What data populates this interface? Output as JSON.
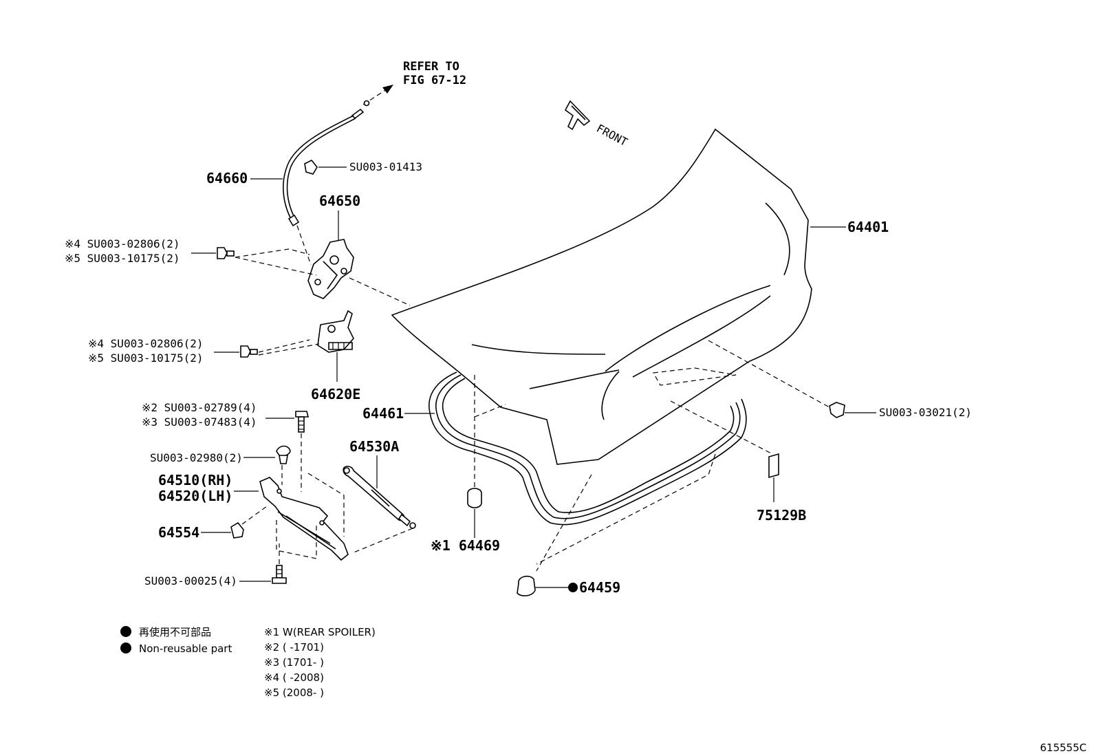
{
  "refer": {
    "line1": "REFER TO",
    "line2": "FIG 67-12"
  },
  "front_label": "FRONT",
  "parts": {
    "p64660": "64660",
    "su01413": "SU003-01413",
    "p64650": "64650",
    "p64401": "64401",
    "bolt_a_line1": "※4 SU003-02806(2)",
    "bolt_a_line2": "※5 SU003-10175(2)",
    "bolt_b_line1": "※4 SU003-02806(2)",
    "bolt_b_line2": "※5 SU003-10175(2)",
    "p64620E": "64620E",
    "bolt_c_line1": "※2 SU003-02789(4)",
    "bolt_c_line2": "※3 SU003-07483(4)",
    "su02980": "SU003-02980(2)",
    "p64510": "64510(RH)",
    "p64520": "64520(LH)",
    "p64554": "64554",
    "su00025": "SU003-00025(4)",
    "p64461": "64461",
    "p64530A": "64530A",
    "p64469": "※1 64469",
    "p64459": "64459",
    "su03021": "SU003-03021(2)",
    "p75129B": "75129B"
  },
  "legend": {
    "nonreusable_jp": "再使用不可部品",
    "nonreusable_en": "Non-reusable part",
    "notes": [
      "※1 W(REAR SPOILER)",
      "※2 (      -1701)",
      "※3 (1701-      )",
      "※4 (      -2008)",
      "※5 (2008-      )"
    ]
  },
  "figure_number": "615555C"
}
